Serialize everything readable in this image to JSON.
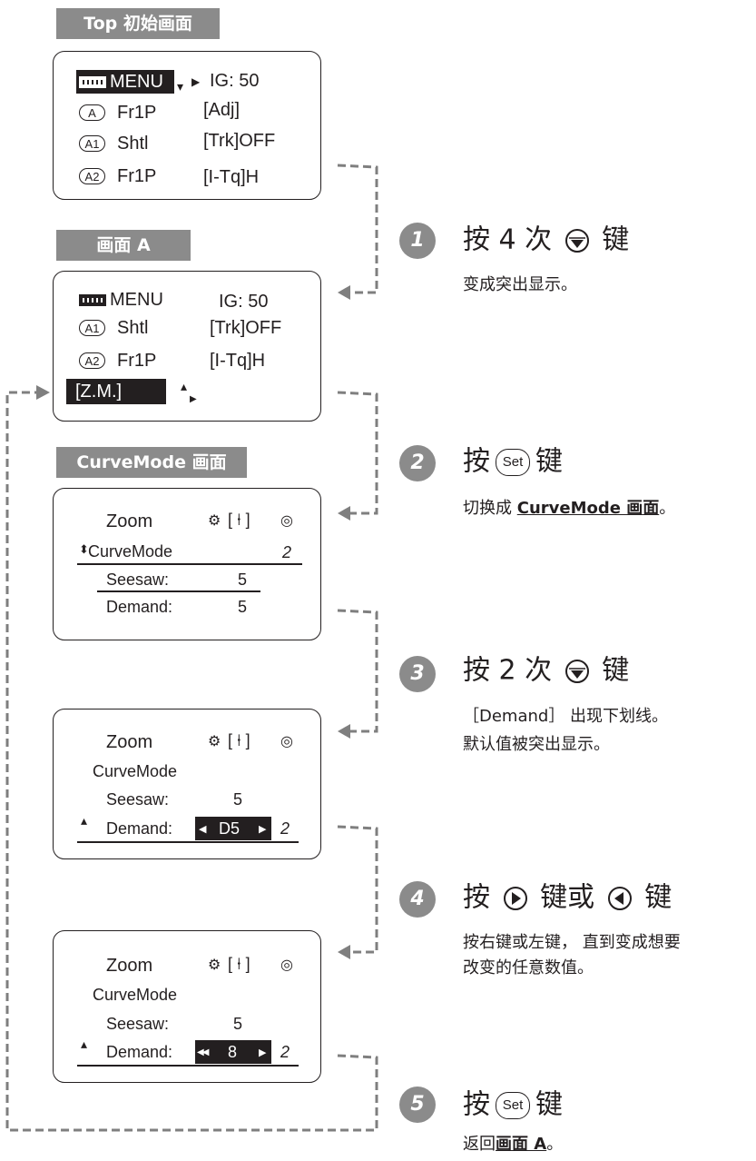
{
  "screens": {
    "top": {
      "tag": "Top 初始画面",
      "menu": "MENU",
      "rows": [
        {
          "key": "A",
          "label": "Fr1P",
          "value": "[Adj]"
        },
        {
          "key": "A1",
          "label": "Shtl",
          "value": "[Trk]OFF"
        },
        {
          "key": "A2",
          "label": "Fr1P",
          "value": "[I-Tq]H"
        }
      ],
      "ig": "IG: 50"
    },
    "a": {
      "tag": "画面 A",
      "menu": "MENU",
      "ig": "IG: 50",
      "rows": [
        {
          "key": "A1",
          "label": "Shtl",
          "value": "[Trk]OFF"
        },
        {
          "key": "A2",
          "label": "Fr1P",
          "value": "[I-Tq]H"
        }
      ],
      "zm": "[Z.M.]"
    },
    "curve": {
      "tag": "CurveMode 画面",
      "title": "Zoom",
      "icons": "[ ⍿ ]",
      "mode": "CurveMode",
      "page": "2",
      "seesaw_label": "Seesaw:",
      "seesaw_value": "5",
      "demand_label": "Demand:",
      "demand_value": "5"
    },
    "step3": {
      "title": "Zoom",
      "icons": "[ ⍿ ]",
      "mode": "CurveMode",
      "seesaw_label": "Seesaw:",
      "seesaw_value": "5",
      "demand_label": "Demand:",
      "demand_value": "D5",
      "page": "2"
    },
    "step4": {
      "title": "Zoom",
      "icons": "[ ⍿ ]",
      "mode": "CurveMode",
      "seesaw_label": "Seesaw:",
      "seesaw_value": "5",
      "demand_label": "Demand:",
      "demand_value": "8",
      "page": "2"
    }
  },
  "steps": [
    {
      "num": "1",
      "pre": "按 4 次",
      "post": "键",
      "desc": [
        "变成突出显示。"
      ]
    },
    {
      "num": "2",
      "pre": "按",
      "key": "Set",
      "post": "键",
      "desc_pre": "切换成 ",
      "desc_link": "CurveMode 画面",
      "desc_post": "。"
    },
    {
      "num": "3",
      "pre": "按 2 次",
      "post": "键",
      "desc": [
        "［Demand］ 出现下划线。",
        "默认值被突出显示。"
      ]
    },
    {
      "num": "4",
      "pre": "按",
      "mid": "键或",
      "post": "键",
      "desc": [
        "按右键或左键， 直到变成想要",
        "改变的任意数值。"
      ]
    },
    {
      "num": "5",
      "pre": "按",
      "key": "Set",
      "post": "键",
      "desc_pre": "返回",
      "desc_link": "画面 A",
      "desc_post": "。"
    }
  ],
  "colors": {
    "tag_bg": "#8b8b8b",
    "ink": "#231f20",
    "dash": "#7f7f7f"
  }
}
